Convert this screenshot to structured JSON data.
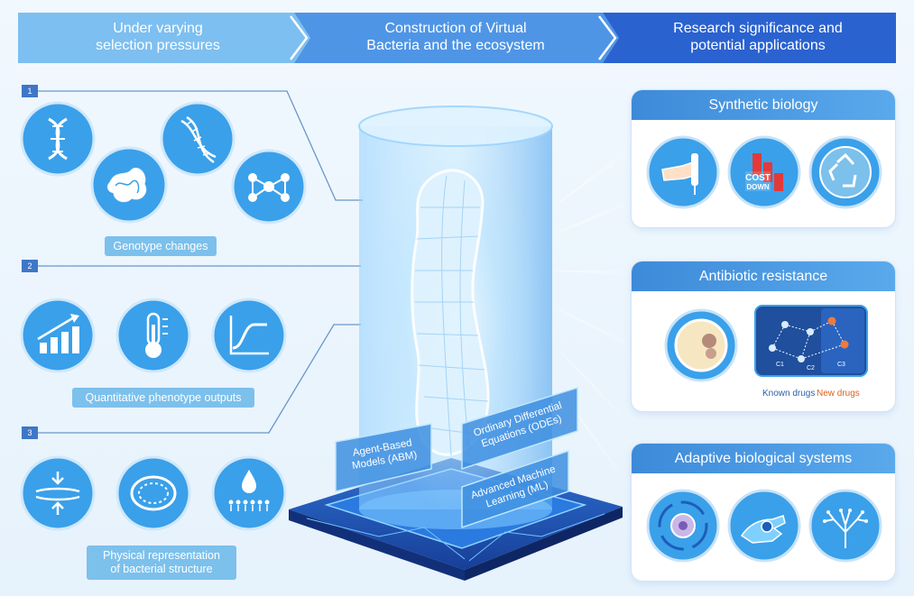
{
  "banner": {
    "step1": "Under varying\nselection pressures",
    "step2": "Construction of Virtual\nBacteria and the ecosystem",
    "step3": "Research significance and\npotential applications"
  },
  "left": {
    "sections": [
      {
        "number": "1",
        "label": "Genotype changes",
        "icons": [
          "dna-helix-icon",
          "protein-structure-icon",
          "double-helix-icon",
          "molecule-network-icon"
        ]
      },
      {
        "number": "2",
        "label": "Quantitative phenotype outputs",
        "icons": [
          "growth-bar-chart-icon",
          "thermometer-icon",
          "sigmoid-curve-icon"
        ]
      },
      {
        "number": "3",
        "label": "Physical representation\nof bacterial structure",
        "icons": [
          "membrane-compression-icon",
          "cell-envelope-icon",
          "lipid-bilayer-icon"
        ]
      }
    ]
  },
  "center": {
    "models": {
      "abm": "Agent-Based\nModels (ABM)",
      "odes": "Ordinary Differential\nEquations (ODEs)",
      "ml": "Advanced Machine\nLearning (ML)"
    }
  },
  "right": {
    "cards": [
      {
        "title": "Synthetic biology",
        "icons": [
          "pipette-hand-icon",
          "cost-down-icon",
          "recycle-icon"
        ],
        "cost_text_1": "COST",
        "cost_text_2": "DOWN"
      },
      {
        "title": "Antibiotic resistance",
        "icons": [
          "petri-dish-icon",
          "drug-network-icon"
        ],
        "node_labels": [
          "C1",
          "C2",
          "C3"
        ],
        "legend_known": "Known drugs",
        "legend_new": "New drugs"
      },
      {
        "title": "Adaptive biological systems",
        "icons": [
          "cell-cycle-icon",
          "hand-chip-icon",
          "branching-tree-icon"
        ]
      }
    ]
  },
  "colors": {
    "banner_light": "#7dbff0",
    "banner_mid": "#4f95e6",
    "banner_dark": "#2a62d0",
    "icon_blue": "#3aa0ea",
    "known_drugs": "#2a5fa8",
    "new_drugs": "#e0601f"
  }
}
